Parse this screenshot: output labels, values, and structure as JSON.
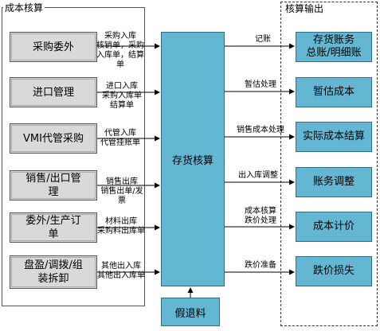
{
  "left_panel": {
    "title": "成本核算"
  },
  "right_panel": {
    "title": "核算输出"
  },
  "center": {
    "label": "存货核算"
  },
  "bottom": {
    "label": "假退料"
  },
  "sources": [
    {
      "label": "采购委外",
      "flow": "采购入库\n核销单，采购\n入库单，结算\n单"
    },
    {
      "label": "进口管理",
      "flow": "进口入库\n采购入库单\n结算单"
    },
    {
      "label": "VMI代管采购",
      "flow": "代管入库\n代管挂账单"
    },
    {
      "label": "销售/出口管\n理",
      "flow": "销售出库\n销售出单/发\n票"
    },
    {
      "label": "委外/生产订\n单",
      "flow": "材料出库\n采购料出库单"
    },
    {
      "label": "盘盈/调拨/组\n装拆卸",
      "flow": "其他出入库\n其他出入库单"
    }
  ],
  "outputs": [
    {
      "label": "存货账务\n总账/明细账",
      "flow": "记账"
    },
    {
      "label": "暂估成本",
      "flow": "暂估处理"
    },
    {
      "label": "实际成本结算",
      "flow": "销售成本处理"
    },
    {
      "label": "账务调整",
      "flow": "出入库调整"
    },
    {
      "label": "成本计价",
      "flow": "成本核算\n跌价处理"
    },
    {
      "label": "跌价损失",
      "flow": "跌价准备"
    }
  ],
  "colors": {
    "accent": "#63b7d3",
    "source_fill": "#d9d9d9"
  }
}
